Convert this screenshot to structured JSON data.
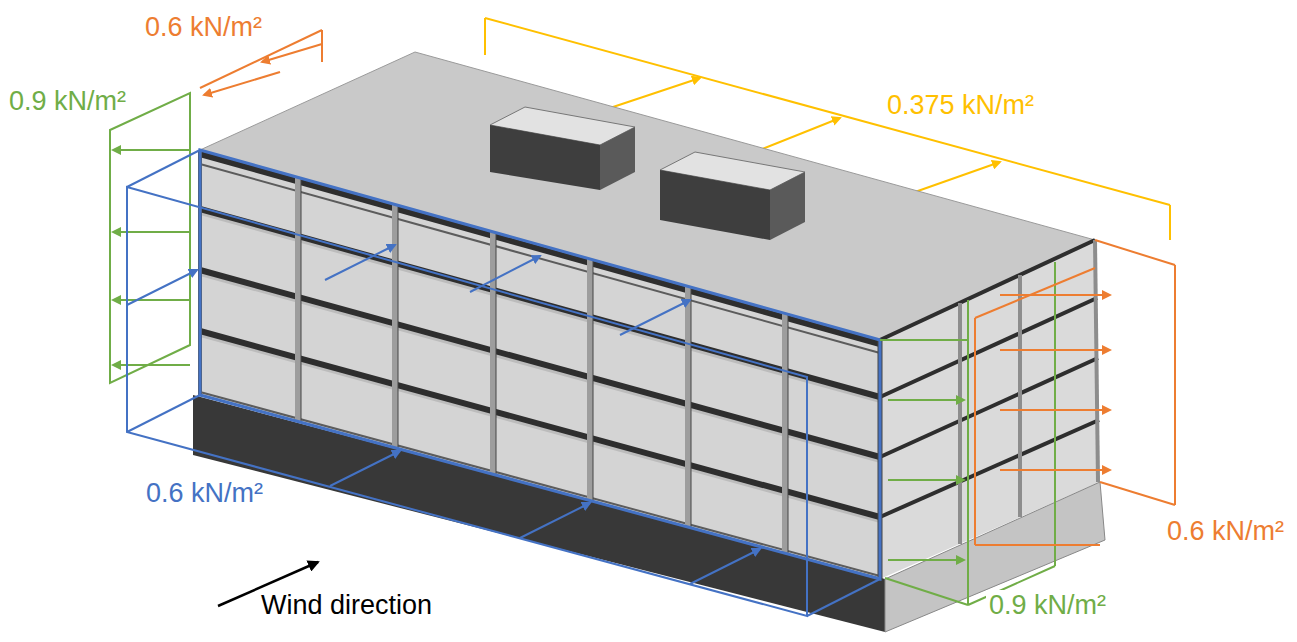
{
  "diagram": {
    "labels": [
      "0.6 kN/m²",
      "0.9 kN/m²",
      "0.375 kN/m²",
      "0.6 kN/m²",
      "Wind direction",
      "0.6 kN/m²",
      "0.9 kN/m²"
    ]
  }
}
